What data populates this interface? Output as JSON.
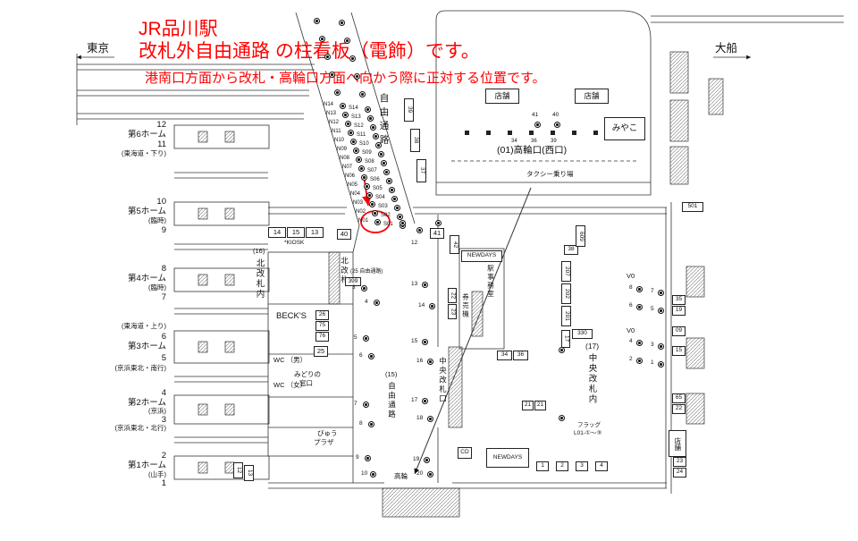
{
  "annotation": {
    "title": "JR品川駅",
    "subtitle": "改札外自由通路 の柱看板（電飾）です。",
    "note": "港南口方面から改札・高輪口方面へ向かう際に正対する位置です。",
    "accent_color": "#ff0000"
  },
  "compass": {
    "left": "東京",
    "right": "大船"
  },
  "platforms": [
    {
      "lines": [
        "12",
        "第6ホーム",
        "11",
        "(東海道・下り)"
      ]
    },
    {
      "lines": [
        "10",
        "第5ホーム",
        "(臨時)",
        "9"
      ]
    },
    {
      "lines": [
        "8",
        "第4ホーム",
        "(臨時)",
        "7"
      ]
    },
    {
      "lines": [
        "(東海道・上り)",
        "6",
        "第3ホーム",
        "5",
        "(京浜東北・南行)"
      ]
    },
    {
      "lines": [
        "4",
        "第2ホーム",
        "(京浜)",
        "3",
        "(京浜東北・北行)"
      ]
    },
    {
      "lines": [
        "2",
        "第1ホーム",
        "(山手)",
        "1"
      ]
    }
  ],
  "corridor": {
    "name_vertical": "自由通路",
    "rows": [
      {
        "n": "N14",
        "s": "S14"
      },
      {
        "n": "N13",
        "s": "S13"
      },
      {
        "n": "N12",
        "s": "S12"
      },
      {
        "n": "N11",
        "s": "S11"
      },
      {
        "n": "N10",
        "s": "S10"
      },
      {
        "n": "N09",
        "s": "S09"
      },
      {
        "n": "N08",
        "s": "S08"
      },
      {
        "n": "N07",
        "s": "S07"
      },
      {
        "n": "N06",
        "s": "S06"
      },
      {
        "n": "N05",
        "s": "S05"
      },
      {
        "n": "N04",
        "s": "S04"
      },
      {
        "n": "N03",
        "s": "S03"
      },
      {
        "n": "N02",
        "s": "S02"
      },
      {
        "n": "N01",
        "s": "S01"
      }
    ],
    "side_signs": [
      "39",
      "38",
      "37"
    ]
  },
  "takanawa": {
    "shop_left": "店舗",
    "shop_right": "店舗",
    "miyako": "みやこ",
    "sign_41": "41",
    "sign_40": "40",
    "gate_signs": [
      "34",
      "36",
      "39"
    ],
    "exit": "(01)高輪口(西口)",
    "taxi": "タクシー乗り場"
  },
  "north_gate": {
    "area_no": "(16)",
    "area_name": "北改札内",
    "gate_name": "北改札",
    "wall_signs": [
      "14",
      "15",
      "13"
    ],
    "kiosk": "*KIOSK",
    "sign_40": "40",
    "sign_41": "41",
    "sign_42": "42",
    "pillar_12": "12",
    "passage_note": "(25 自由通路)",
    "sign_399": "399",
    "left_signs": [
      "26",
      "75",
      "76"
    ],
    "sign_25": "25"
  },
  "buildings": {
    "becks": "BECK'S",
    "wc_m": "WC （男）",
    "wc_f": "WC （女）",
    "midori1": "みどりの",
    "midori2": "窓口",
    "view1": "びゅう",
    "view2": "プラザ"
  },
  "passage15": {
    "no": "(15)",
    "name": "自由通路"
  },
  "central_gate": {
    "gate_name": "中央改札口",
    "area_no": "(17)",
    "area_name": "中央改札内",
    "office": "駅事務室",
    "ticket": "券売機",
    "newdays_top": "NEWDAYS",
    "newdays_bottom": "NEWDAYS",
    "cd": "CD",
    "signs_small": [
      "22",
      "23"
    ],
    "signs_vertical": [
      "207",
      "202",
      "201"
    ],
    "sign_38": "38",
    "sign_609": "609",
    "sign_17": "17",
    "sign_330": "330",
    "signs_3436": [
      "34",
      "36"
    ],
    "signs_21": [
      "21",
      "21"
    ],
    "signs_row": [
      "1",
      "2",
      "3",
      "4"
    ],
    "flag1": "フラッグ",
    "flag2": "L01-①〜③"
  },
  "center_pillars": {
    "left": [
      "3",
      "4",
      "5",
      "6",
      "7",
      "8",
      "9",
      "10"
    ],
    "right": [
      "13",
      "14",
      "15",
      "16",
      "17",
      "18",
      "19",
      "20"
    ]
  },
  "v0": {
    "label": "V0",
    "top": [
      "8",
      "7",
      "6",
      "5"
    ],
    "bottom": [
      "4",
      "3",
      "2",
      "1"
    ]
  },
  "right_side": {
    "sign_501": "501",
    "stack": [
      "35",
      "19",
      "09",
      "15",
      "65",
      "22"
    ],
    "shop": "店舗",
    "bottom": [
      "23",
      "24"
    ]
  },
  "bottom": {
    "takanawa_small": "高輪",
    "left_signs": [
      "12",
      "13"
    ]
  }
}
